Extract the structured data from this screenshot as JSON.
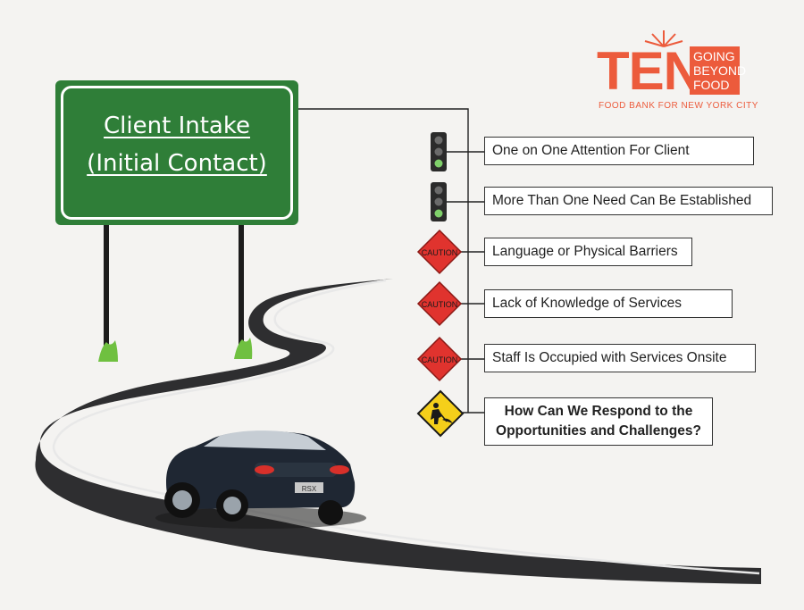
{
  "sign": {
    "line1": "Client Intake",
    "line2": "(Initial Contact)"
  },
  "logo": {
    "ten": "TEN",
    "tagline_lines": [
      "GOING",
      "BEYOND",
      "FOOD"
    ],
    "subtitle": "FOOD BANK FOR NEW YORK CITY"
  },
  "milestones": [
    {
      "icon": "traffic-light",
      "label": "One on One  Attention For Client"
    },
    {
      "icon": "traffic-light",
      "label": "More Than One Need Can Be Established"
    },
    {
      "icon": "caution-sign",
      "icon_text": "CAUTION",
      "label": "Language or Physical Barriers"
    },
    {
      "icon": "caution-sign",
      "icon_text": "CAUTION",
      "label": "Lack of Knowledge of Services"
    },
    {
      "icon": "caution-sign",
      "icon_text": "CAUTION",
      "label": "Staff Is Occupied with Services Onsite"
    },
    {
      "icon": "road-work-sign",
      "label": "How Can We Respond to the Opportunities and Challenges?"
    }
  ],
  "car": {
    "badge": "RSX"
  },
  "colors": {
    "sign_green": "#2f7e38",
    "caution_red": "#e0332e",
    "road_work_yellow": "#f5cf1a",
    "brand_orange": "#ec5b3c",
    "road": "#2e2e30",
    "car_body": "#1f2733"
  }
}
